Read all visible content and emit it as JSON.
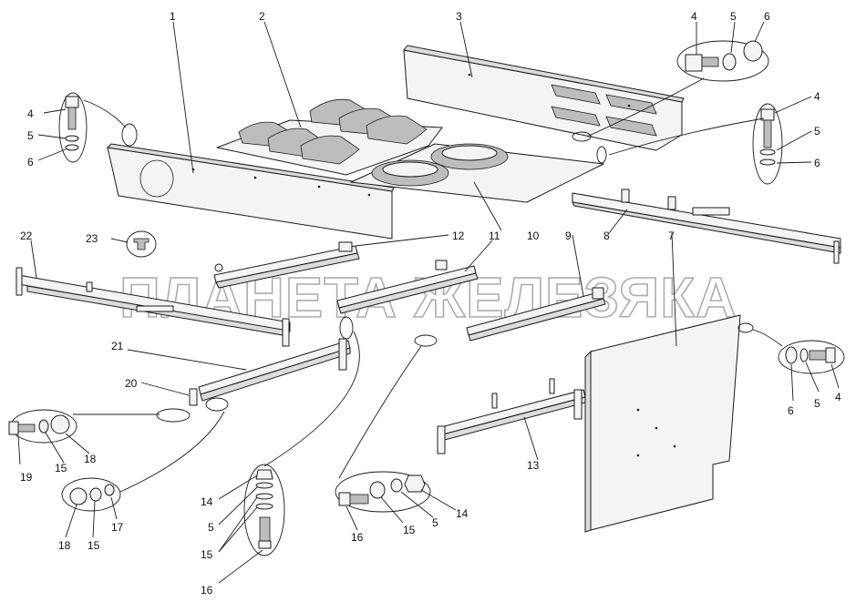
{
  "watermark": "ПЛАНЕТА ЖЕЛЕЗЯКА",
  "callouts": {
    "c1": "1",
    "c2": "2",
    "c3": "3",
    "c4a": "4",
    "c5a": "5",
    "c6a": "6",
    "c4b": "4",
    "c5b": "5",
    "c6b": "6",
    "c4c": "4",
    "c5c": "5",
    "c6c": "6",
    "c4d": "4",
    "c5d": "5",
    "c6d": "6",
    "c7": "7",
    "c8": "8",
    "c9": "9",
    "c10": "10",
    "c11": "11",
    "c12": "12",
    "c13": "13",
    "c14a": "14",
    "c14b": "14",
    "c15a": "15",
    "c15b": "15",
    "c15c": "15",
    "c15d": "15",
    "c16a": "16",
    "c16b": "16",
    "c17": "17",
    "c18a": "18",
    "c18b": "18",
    "c19": "19",
    "c20": "20",
    "c21": "21",
    "c22": "22",
    "c23": "23",
    "c5e": "5",
    "c5f": "5"
  }
}
